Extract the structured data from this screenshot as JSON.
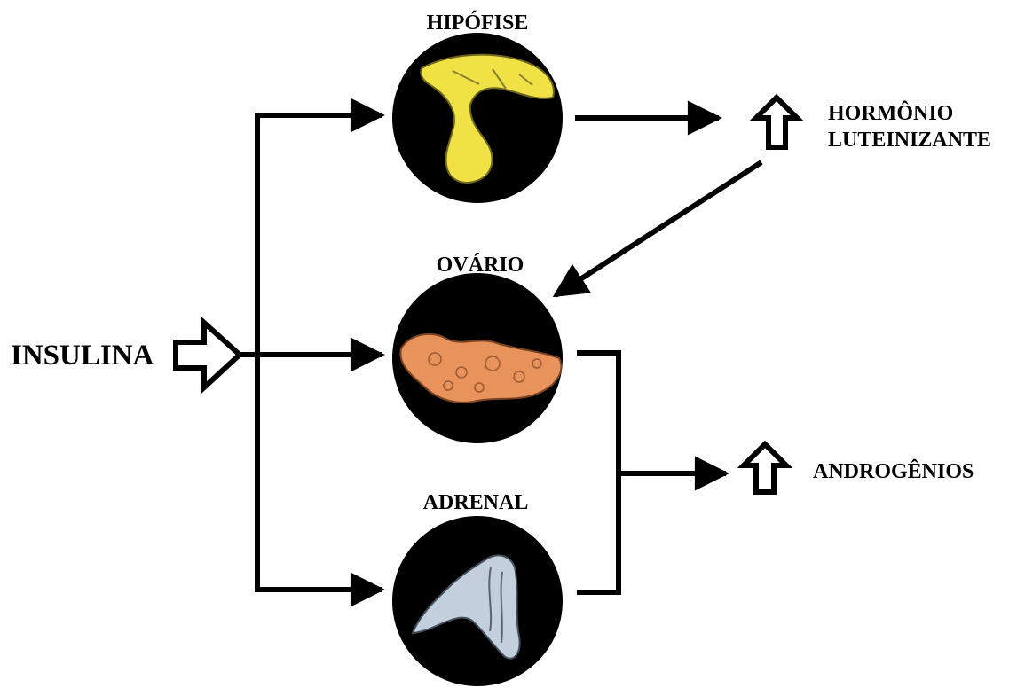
{
  "labels": {
    "insulina": "INSULINA",
    "hipofise": "HIPÓFISE",
    "ovario": "OVÁRIO",
    "adrenal": "ADRENAL",
    "hormonio_line1": "HORMÔNIO",
    "hormonio_line2": "LUTEINIZANTE",
    "androgenios": "ANDROGÊNIOS"
  },
  "colors": {
    "hipofise": "#f0e245",
    "ovario": "#e8925c",
    "adrenal": "#c3cfdc",
    "circle": "#000000",
    "arrow": "#000000"
  }
}
